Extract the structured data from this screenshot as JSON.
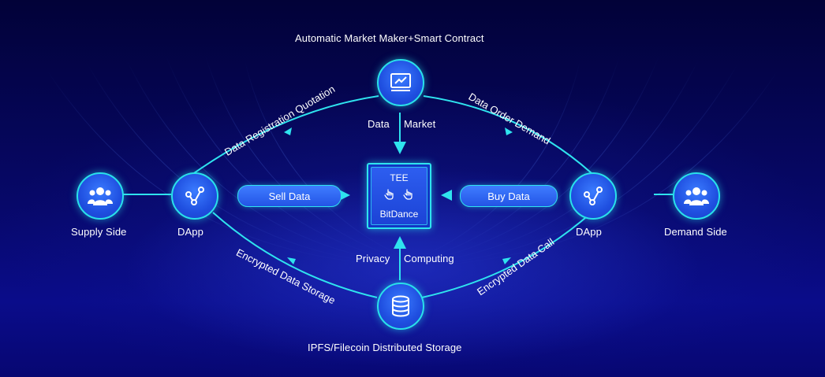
{
  "title": "Automatic Market Maker+Smart Contract",
  "storage_title": "IPFS/Filecoin Distributed Storage",
  "nodes": {
    "supply_label": "Supply Side",
    "demand_label": "Demand Side",
    "dapp_left_label": "DApp",
    "dapp_right_label": "DApp"
  },
  "arrows": {
    "sell": "Sell Data",
    "buy": "Buy Data",
    "data": "Data",
    "market": "Market",
    "privacy": "Privacy",
    "computing": "Computing"
  },
  "curves": {
    "registration": "Data Registration Quotation",
    "order": "Data Order Demand",
    "storage": "Encrypted Data Storage",
    "call": "Encrypted Data Call"
  },
  "tee": {
    "title": "TEE",
    "brand": "BitDance"
  },
  "icons": {
    "market_node": "chart-monitor-icon",
    "storage_node": "database-icon",
    "dapp_nodes": "dapp-network-icon",
    "supply_demand_nodes": "users-group-icon",
    "tee_hands": "hand-pointer-icon"
  },
  "colors": {
    "line": "#2fe3ee",
    "node_fill": "#2457e8",
    "background": "#05055a"
  }
}
